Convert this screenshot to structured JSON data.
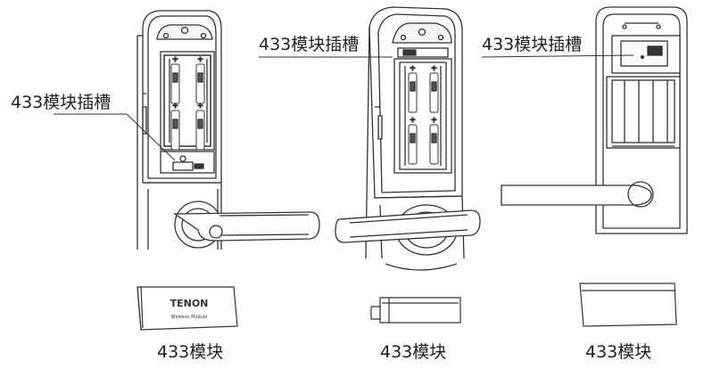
{
  "labels": {
    "slot_label_1": "433模块插槽",
    "slot_label_2": "433模块插槽",
    "slot_label_3": "433模块插槽",
    "module_label_1": "433模块",
    "module_label_2": "433模块",
    "module_label_3": "433模块"
  },
  "module_marks": {
    "brand": "TENON",
    "subtitle": "Wireless Module"
  }
}
